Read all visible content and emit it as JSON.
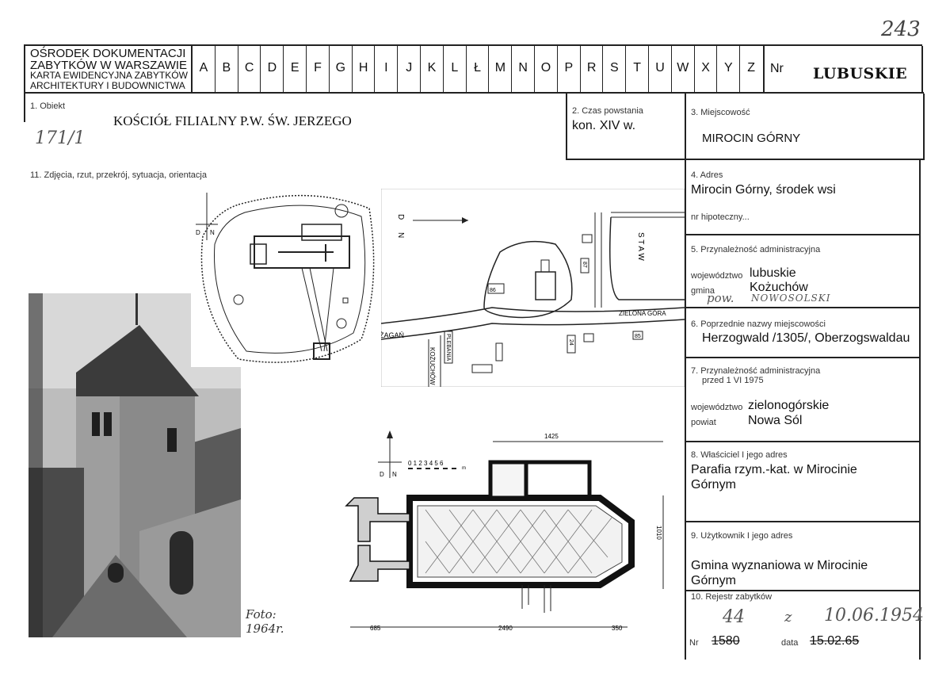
{
  "stamp": {
    "number": "243"
  },
  "header": {
    "institution": [
      "OŚRODEK DOKUMENTACJI",
      "ZABYTKÓW W WARSZAWIE",
      "KARTA EWIDENCYJNA ZABYTKÓW",
      "ARCHITEKTURY I BUDOWNICTWA"
    ],
    "letters": [
      "A",
      "B",
      "C",
      "D",
      "E",
      "F",
      "G",
      "H",
      "I",
      "J",
      "K",
      "L",
      "Ł",
      "M",
      "N",
      "O",
      "P",
      "R",
      "S",
      "T",
      "U",
      "W",
      "X",
      "Y",
      "Z"
    ],
    "nr_label": "Nr",
    "region": "LUBUSKIE"
  },
  "obiekt": {
    "label": "1. Obiekt",
    "value": "KOŚCIÓŁ FILIALNY P.W. ŚW. JERZEGO",
    "note": "171/1"
  },
  "czas": {
    "label": "2. Czas powstania",
    "value": "kon. XIV w."
  },
  "miejscowosc": {
    "label": "3. Miejscowość",
    "value": "MIROCIN GÓRNY"
  },
  "zdjecia": {
    "label": "11. Zdjęcia, rzut, przekrój, sytuacja, orientacja"
  },
  "adres": {
    "label": "4. Adres",
    "value": "Mirocin Górny, środek wsi",
    "hipoteczny_label": "nr hipoteczny..."
  },
  "przynaleznosc": {
    "label": "5. Przynależność administracyjna",
    "woj_label": "województwo",
    "woj_value": "lubuskie",
    "gmina_label": "gmina",
    "gmina_value": "Kożuchów",
    "pow_note": "pow.",
    "pow_value": "NOWOSOLSKI"
  },
  "poprzednie": {
    "label": "6. Poprzednie nazwy miejscowości",
    "value": "Herzogwald /1305/, Oberzogswaldau"
  },
  "przed": {
    "label": "7. Przynależność administracyjna",
    "label2": "przed 1 VI 1975",
    "woj_label": "województwo",
    "woj_value": "zielonogórskie",
    "pow_label": "powiat",
    "pow_value": "Nowa Sól"
  },
  "wlasciciel": {
    "label": "8. Właściciel I jego adres",
    "value1": "Parafia rzym.-kat. w Mirocinie",
    "value2": "Górnym"
  },
  "uzytkownik": {
    "label": "9. Użytkownik I jego adres",
    "value1": "Gmina wyznaniowa w Mirocinie",
    "value2": "Górnym"
  },
  "rejestr": {
    "label": "10. Rejestr zabytków",
    "hand_nr": "44",
    "hand_sep": "z",
    "hand_date": "10.06.1954",
    "nr_label": "Nr",
    "nr_value": "1580",
    "data_label": "data",
    "data_value": "15.02.65"
  },
  "photo": {
    "caption1": "Foto:",
    "caption2": "1964r."
  },
  "site_plan": {
    "north": "N",
    "south": "D"
  },
  "map": {
    "north": "N",
    "south": "D",
    "staw": "S T A W",
    "zagan": "ŻAGAŃ",
    "zielona_gora": "ZIELONA GÓRA",
    "kozuchow": "KOŻUCHÓW",
    "plebania": "PLEBANIA",
    "n86": "86",
    "n87": "87",
    "n24": "24",
    "n85": "85"
  },
  "floor_plan": {
    "north": "N",
    "south": "D",
    "scale": "0 1 2 3 4 5 6",
    "scale_unit": "m",
    "dim_top": "1425",
    "dim_right": "1010",
    "dim_b1": "685",
    "dim_b2": "2490",
    "dim_b3": "350"
  }
}
